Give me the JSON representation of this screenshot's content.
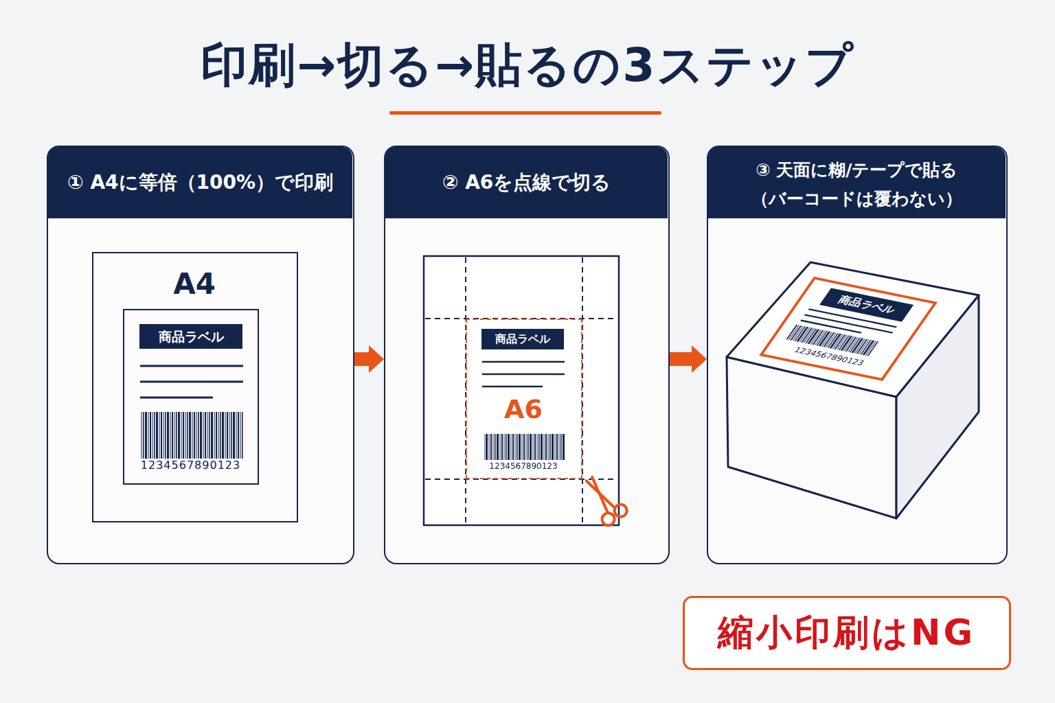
{
  "diagram": {
    "title": "印刷→切る→貼るの3ステップ",
    "nodes": [
      {
        "text": [
          "① A4に等倍（100%）で印刷"
        ]
      },
      {
        "text": [
          "A4"
        ],
        "in": 0
      },
      {
        "text": [
          "商品ラベル",
          "1234567890123"
        ],
        "in": 1
      },
      {
        "text": [
          "② A6を点線で切る"
        ]
      },
      {
        "text": [
          "商品ラベル",
          "A6",
          "1234567890123"
        ],
        "in": 3
      },
      {
        "text": [
          "③ 天面に糊/テープで貼る",
          "（バーコードは覆わない）"
        ]
      },
      {
        "text": [
          "商品ラベル",
          "1234567890123"
        ],
        "in": 5
      },
      {
        "text": [
          "縮小印刷はNG"
        ]
      }
    ],
    "edges": [
      {
        "from": 0,
        "to": 3,
        "arrow": "to"
      },
      {
        "from": 3,
        "to": 5,
        "arrow": "to"
      }
    ]
  }
}
